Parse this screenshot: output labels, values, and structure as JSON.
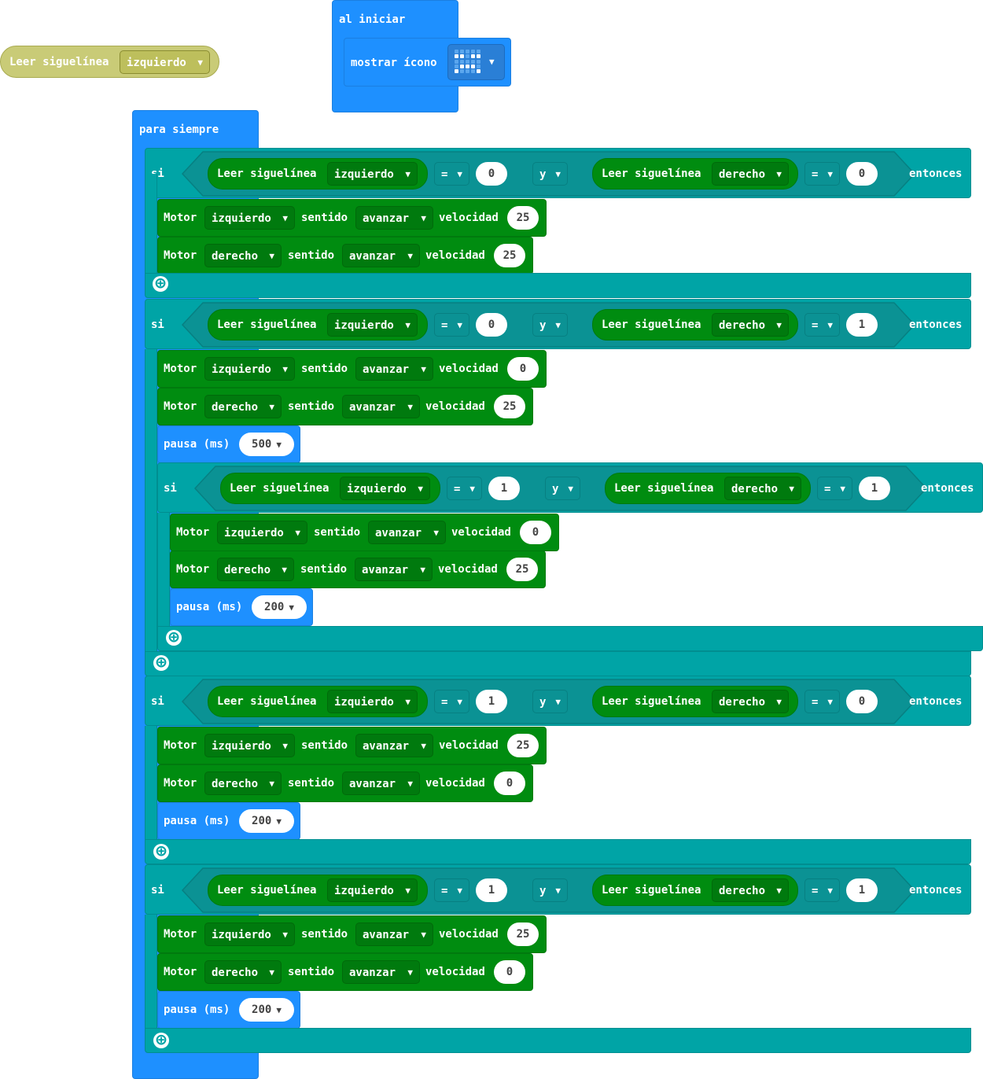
{
  "floating_block": {
    "label": "Leer siguelínea",
    "side": "izquierdo"
  },
  "on_start": {
    "label": "al iniciar",
    "show_icon_label": "mostrar ícono",
    "icon_name": "sad-face-led-icon"
  },
  "forever": {
    "label": "para siempre",
    "pause_label": "pausa (ms)",
    "conditions": [
      {
        "if_label": "si",
        "then_label": "entonces",
        "and_label": "y",
        "left": {
          "reporter": "Leer siguelínea",
          "side": "izquierdo",
          "op": "=",
          "value": "0"
        },
        "right": {
          "reporter": "Leer siguelínea",
          "side": "derecho",
          "op": "=",
          "value": "0"
        },
        "motors": [
          {
            "label": "Motor",
            "motor": "izquierdo",
            "dir_label": "sentido",
            "dir": "avanzar",
            "speed_label": "velocidad",
            "speed": "25"
          },
          {
            "label": "Motor",
            "motor": "derecho",
            "dir_label": "sentido",
            "dir": "avanzar",
            "speed_label": "velocidad",
            "speed": "25"
          }
        ]
      },
      {
        "if_label": "si",
        "then_label": "entonces",
        "and_label": "y",
        "left": {
          "reporter": "Leer siguelínea",
          "side": "izquierdo",
          "op": "=",
          "value": "0"
        },
        "right": {
          "reporter": "Leer siguelínea",
          "side": "derecho",
          "op": "=",
          "value": "1"
        },
        "motors": [
          {
            "label": "Motor",
            "motor": "izquierdo",
            "dir_label": "sentido",
            "dir": "avanzar",
            "speed_label": "velocidad",
            "speed": "0"
          },
          {
            "label": "Motor",
            "motor": "derecho",
            "dir_label": "sentido",
            "dir": "avanzar",
            "speed_label": "velocidad",
            "speed": "25"
          }
        ],
        "pause": "500",
        "nested": {
          "if_label": "si",
          "then_label": "entonces",
          "and_label": "y",
          "left": {
            "reporter": "Leer siguelínea",
            "side": "izquierdo",
            "op": "=",
            "value": "1"
          },
          "right": {
            "reporter": "Leer siguelínea",
            "side": "derecho",
            "op": "=",
            "value": "1"
          },
          "motors": [
            {
              "label": "Motor",
              "motor": "izquierdo",
              "dir_label": "sentido",
              "dir": "avanzar",
              "speed_label": "velocidad",
              "speed": "0"
            },
            {
              "label": "Motor",
              "motor": "derecho",
              "dir_label": "sentido",
              "dir": "avanzar",
              "speed_label": "velocidad",
              "speed": "25"
            }
          ],
          "pause": "200"
        }
      },
      {
        "if_label": "si",
        "then_label": "entonces",
        "and_label": "y",
        "left": {
          "reporter": "Leer siguelínea",
          "side": "izquierdo",
          "op": "=",
          "value": "1"
        },
        "right": {
          "reporter": "Leer siguelínea",
          "side": "derecho",
          "op": "=",
          "value": "0"
        },
        "motors": [
          {
            "label": "Motor",
            "motor": "izquierdo",
            "dir_label": "sentido",
            "dir": "avanzar",
            "speed_label": "velocidad",
            "speed": "25"
          },
          {
            "label": "Motor",
            "motor": "derecho",
            "dir_label": "sentido",
            "dir": "avanzar",
            "speed_label": "velocidad",
            "speed": "0"
          }
        ],
        "pause": "200"
      },
      {
        "if_label": "si",
        "then_label": "entonces",
        "and_label": "y",
        "left": {
          "reporter": "Leer siguelínea",
          "side": "izquierdo",
          "op": "=",
          "value": "1"
        },
        "right": {
          "reporter": "Leer siguelínea",
          "side": "derecho",
          "op": "=",
          "value": "1"
        },
        "motors": [
          {
            "label": "Motor",
            "motor": "izquierdo",
            "dir_label": "sentido",
            "dir": "avanzar",
            "speed_label": "velocidad",
            "speed": "25"
          },
          {
            "label": "Motor",
            "motor": "derecho",
            "dir_label": "sentido",
            "dir": "avanzar",
            "speed_label": "velocidad",
            "speed": "0"
          }
        ],
        "pause": "200"
      }
    ]
  },
  "colors": {
    "loops_blue": "#1e90ff",
    "logic_teal": "#00a4a6",
    "motor_green": "#008c10",
    "disabled_yellow": "#c9cb77"
  }
}
